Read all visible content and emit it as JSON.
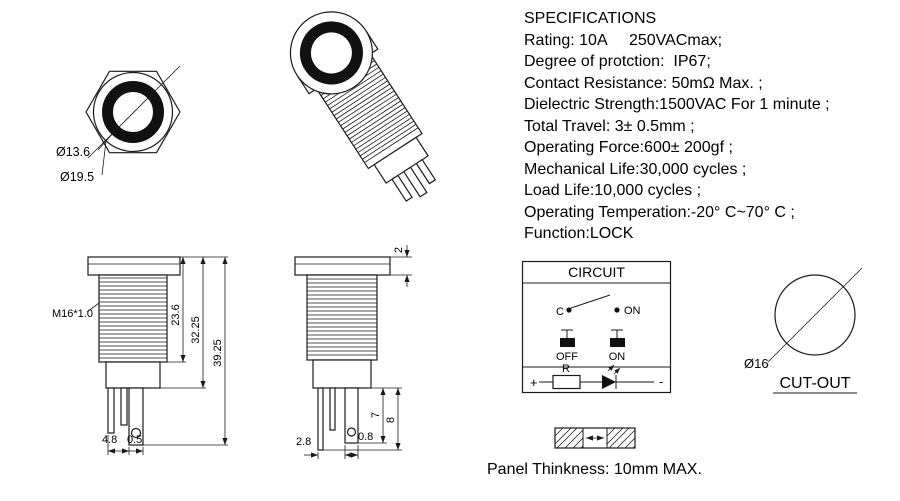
{
  "specs": {
    "title": "SPECIFICATIONS",
    "lines": [
      "Rating: 10A     250VACmax;",
      "Degree of protction:  IP67;",
      "Contact Resistance: 50mΩ Max. ;",
      "Dielectric Strength:1500VAC For 1 minute ;",
      "Total Travel: 3± 0.5mm ;",
      "Operating Force:600± 200gf ;",
      "Mechanical Life:30,000 cycles ;",
      "Load Life:10,000 cycles ;",
      "Operating Temperation:-20° C~70° C ;",
      "Function:LOCK"
    ]
  },
  "front_view": {
    "inner_dia": "Ø13.6",
    "outer_dia": "Ø19.5"
  },
  "side_view_a": {
    "thread": "M16*1.0",
    "dim_thread_len": "23.6",
    "dim_body_len": "32.25",
    "dim_total_len": "39.25",
    "dim_pin_span": "4.8",
    "dim_pin_thickness": "0.5"
  },
  "side_view_b": {
    "dim_head_height": "2",
    "dim_pin_len_short": "7",
    "dim_pin_len_long": "8",
    "dim_pin_span": "2.8",
    "dim_pin_thickness": "0.8"
  },
  "circuit": {
    "title": "CIRCUIT",
    "common_label": "C",
    "on_label": "ON",
    "off_button_label": "OFF",
    "on_button_label": "ON",
    "plus_label": "+",
    "resistor_label": "R",
    "minus_label": "-"
  },
  "cutout": {
    "dia": "Ø16",
    "label": "CUT-OUT"
  },
  "panel": {
    "note": "Panel Thinkness: 10mm MAX."
  }
}
